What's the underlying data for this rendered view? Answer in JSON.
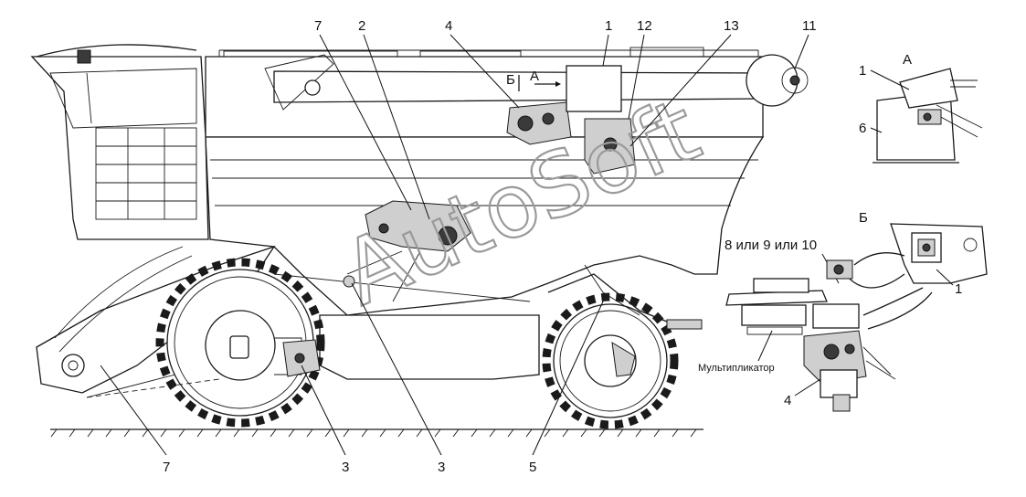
{
  "callouts": {
    "top": [
      "7",
      "2",
      "4",
      "1",
      "12",
      "13",
      "11"
    ],
    "bottom": [
      "7",
      "3",
      "3",
      "5"
    ],
    "view_a": [
      "1",
      "6"
    ],
    "view_b": [
      "1",
      "4"
    ]
  },
  "section_marks": {
    "b_arrow": "Б",
    "a_arrow": "А"
  },
  "view_a_title": "А",
  "view_b_title": "Б",
  "view_b_variant_label": "8 или 9 или 10",
  "multiplier_label": "Мультипликатор",
  "watermark": "AutoSoft",
  "colors": {
    "line": "#1a1a1a",
    "background": "#ffffff",
    "watermark": "#9a9a9a"
  }
}
